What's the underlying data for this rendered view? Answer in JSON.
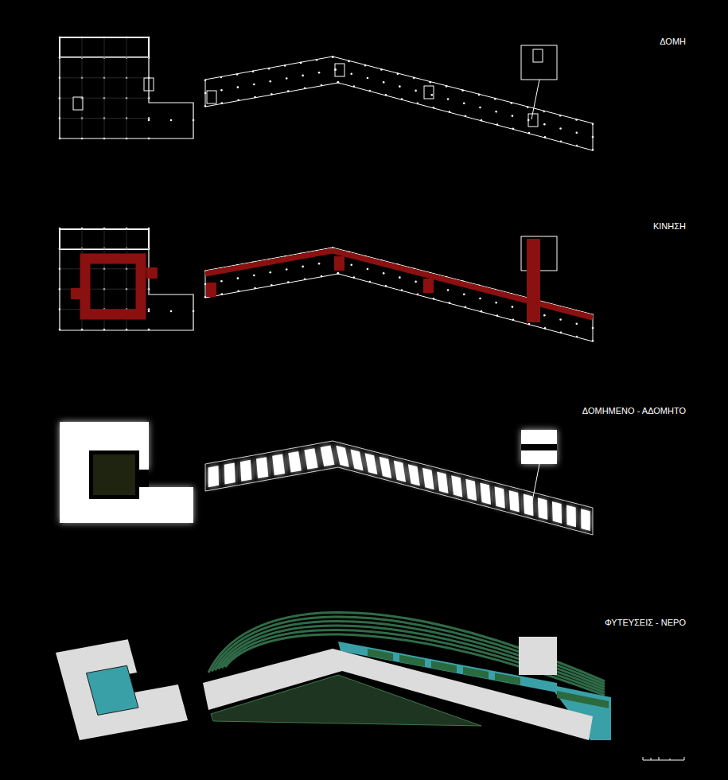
{
  "diagram": {
    "labels": [
      "ΔΟΜΗ",
      "ΚΙΝΗΣΗ",
      "ΔΟΜΗΜΕΝΟ - ΑΔΟΜΗΤΟ",
      "ΦΥΤΕΥΣΕΙΣ - ΝΕΡΟ"
    ]
  }
}
